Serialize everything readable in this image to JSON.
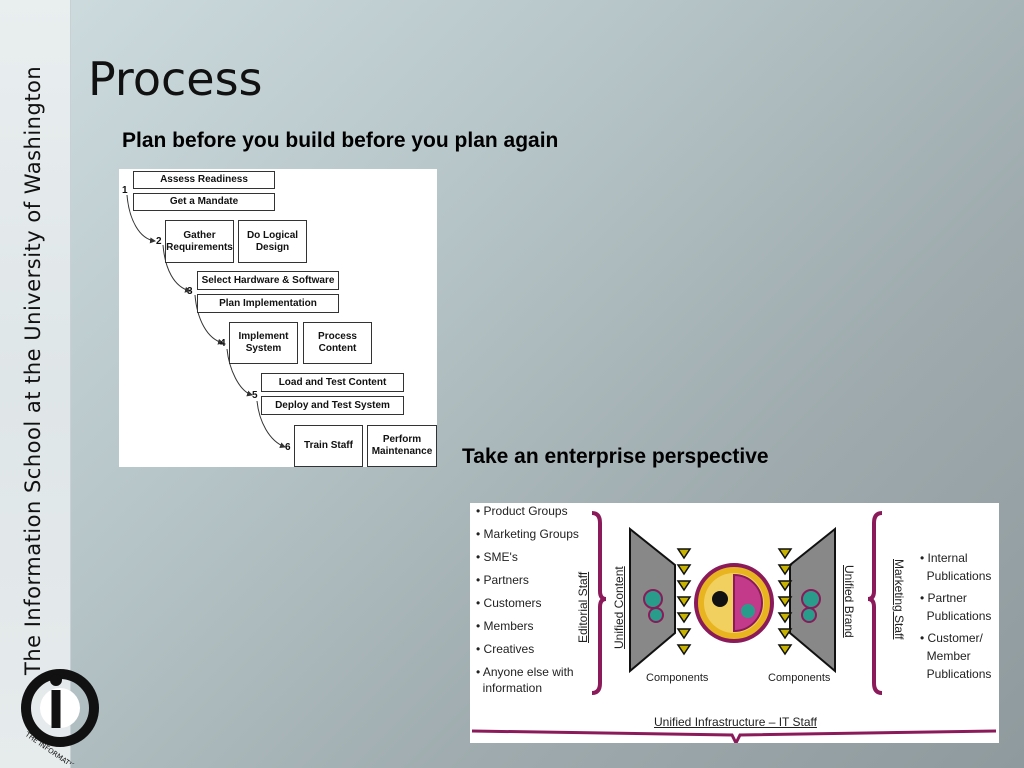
{
  "sidebar": {
    "vertical_text": "The Information School at the University of Washington",
    "logo_text": "THE INFORMATION SCHOOL"
  },
  "slide": {
    "title": "Process",
    "plan_heading": "Plan before you build before you plan again",
    "enterprise_heading": "Take an enterprise perspective"
  },
  "process": {
    "steps": [
      {
        "number": "1",
        "boxes": [
          "Assess Readiness",
          "Get a Mandate"
        ]
      },
      {
        "number": "2",
        "boxes": [
          "Gather Requirements",
          "Do Logical Design"
        ]
      },
      {
        "number": "3",
        "boxes": [
          "Select Hardware & Software",
          "Plan Implementation"
        ]
      },
      {
        "number": "4",
        "boxes": [
          "Implement System",
          "Process Content"
        ]
      },
      {
        "number": "5",
        "boxes": [
          "Load and Test Content",
          "Deploy and Test System"
        ]
      },
      {
        "number": "6",
        "boxes": [
          "Train Staff",
          "Perform Maintenance"
        ]
      }
    ]
  },
  "enterprise": {
    "left_list": [
      "• Product Groups",
      "• Marketing Groups",
      "• SME's",
      "• Partners",
      "• Customers",
      "• Members",
      "• Creatives",
      "• Anyone else with",
      "  information"
    ],
    "right_list": [
      "• Internal",
      "  Publications",
      "• Partner",
      "  Publications",
      "• Customer/",
      "  Member",
      "  Publications"
    ],
    "editorial_staff": "Editorial Staff",
    "unified_content": "Unified Content",
    "unified_brand": "Unified Brand",
    "marketing_staff": "Marketing Staff",
    "components_left": "Components",
    "components_right": "Components",
    "infrastructure": "Unified Infrastructure – IT Staff",
    "accent_color": "#8b1a5a",
    "triangle_color": "#c8b400"
  }
}
